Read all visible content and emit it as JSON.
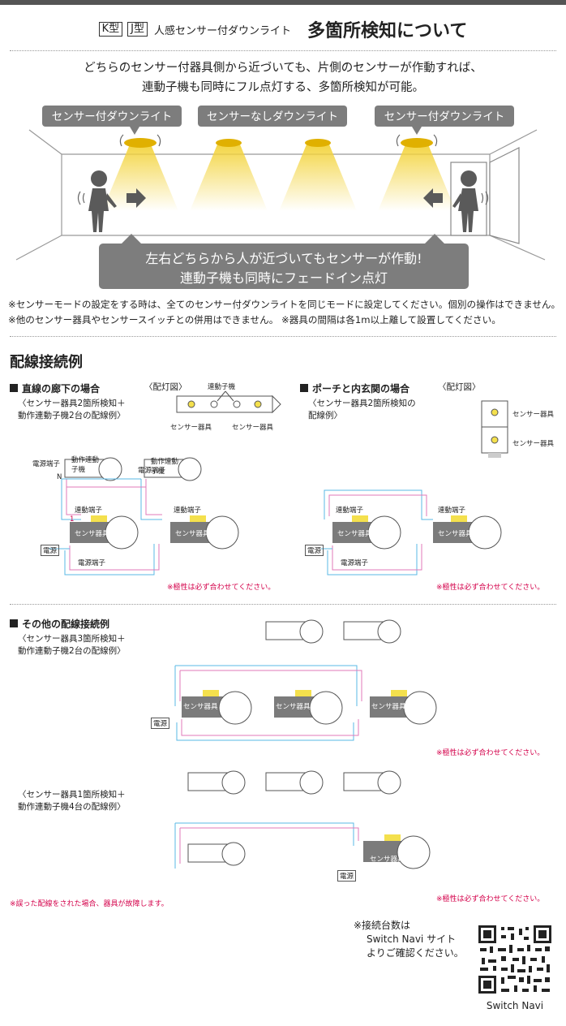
{
  "header": {
    "tag_k": "K型",
    "tag_j": "J型",
    "subtitle": "人感センサー付ダウンライト",
    "title": "多箇所検知について"
  },
  "intro": {
    "line1": "どちらのセンサー付器具側から近づいても、片側のセンサーが作動すれば、",
    "line2": "連動子機も同時にフル点灯する、多箇所検知が可能。"
  },
  "scene": {
    "label_left": "センサー付ダウンライト",
    "label_center": "センサーなしダウンライト",
    "label_right": "センサー付ダウンライト",
    "banner_line1": "左右どちらから人が近づいてもセンサーが作動!",
    "banner_line2": "連動子機も同時にフェードイン点灯",
    "colors": {
      "banner": "#7d7d7d",
      "light": "#f3d33b",
      "fixture": "#e0b000"
    }
  },
  "notes": {
    "line1": "※センサーモードの設定をする時は、全てのセンサー付ダウンライトを同じモードに設定してください。個別の操作はできません。",
    "line2": "※他のセンサー器具やセンサースイッチとの併用はできません。 ※器具の間隔は各1m以上離して設置してください。"
  },
  "wiring": {
    "section_title": "配線接続例",
    "corridor": {
      "title": "直線の廊下の場合",
      "layout_label": "〈配灯図〉",
      "caption_line1": "〈センサー器具2箇所検知＋",
      "caption_line2": "動作連動子機2台の配線例〉",
      "legend_child": "連動子機",
      "legend_sensor_left": "センサー器具",
      "legend_sensor_right": "センサー器具",
      "polarity_note": "※極性は必ず合わせてください。"
    },
    "porch": {
      "title": "ポーチと内玄関の場合",
      "layout_label": "〈配灯図〉",
      "caption_line1": "〈センサー器具2箇所検知の",
      "caption_line2": "配線例〉",
      "legend_top": "センサー器具",
      "legend_bottom": "センサー器具",
      "polarity_note": "※極性は必ず合わせてください。"
    },
    "other": {
      "title": "その他の配線接続例",
      "caption_a_line1": "〈センサー器具3箇所検知＋",
      "caption_a_line2": "動作連動子機2台の配線例〉",
      "caption_b_line1": "〈センサー器具1箇所検知＋",
      "caption_b_line2": "動作連動子機4台の配線例〉",
      "polarity_note_a": "※極性は必ず合わせてください。",
      "polarity_note_b": "※極性は必ず合わせてください。"
    },
    "labels": {
      "power_terminal": "電源端子",
      "child_unit_line1": "動作連動",
      "child_unit_line2": "子機",
      "link_terminal": "連動端子",
      "sensor_unit": "センサ器具",
      "power": "電源",
      "n": "N",
      "one": "1"
    },
    "colors": {
      "wire_blue": "#59b8e6",
      "wire_pink": "#e07ab8",
      "terminal_yellow": "#f4e04d",
      "unit_gray": "#7b7b7b"
    },
    "error_note": "※誤った配線をされた場合、器具が故障します。"
  },
  "footer": {
    "note_line1": "※接続台数は",
    "note_line2": "Switch Navi サイト",
    "note_line3": "よりご確認ください。",
    "qr_label": "Switch Navi"
  }
}
